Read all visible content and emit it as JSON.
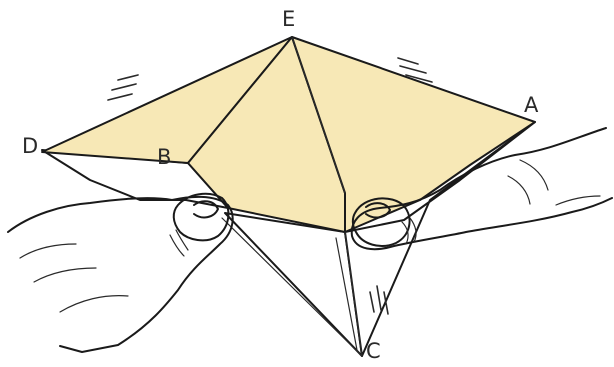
{
  "labels": {
    "E": "E",
    "A": "A",
    "D": "D",
    "B": "B",
    "C": "C"
  },
  "colors": {
    "paper_top": "#f7e8b6",
    "paper_under": "#ffffff",
    "ink": "#1a1a1a"
  }
}
